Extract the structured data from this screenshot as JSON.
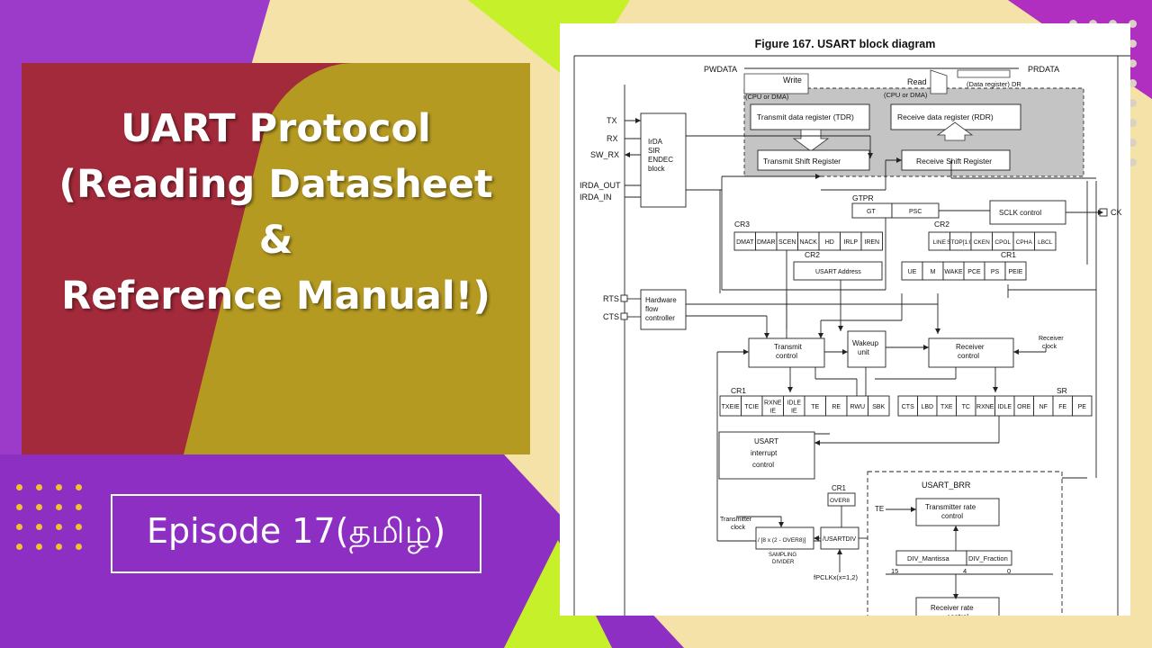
{
  "thumbnail": {
    "title_lines": [
      "UART Protocol",
      "(Reading Datasheet",
      "&",
      "Reference Manual!)"
    ],
    "episode": "Episode 17(தமிழ்)",
    "colors": {
      "purple": "#8a2bb8",
      "cream": "#f4e2a8",
      "lime": "#c6f02a",
      "red": "#a32a3a",
      "gold": "#b59a22"
    }
  },
  "diagram": {
    "figure_title": "Figure 167. USART block diagram",
    "bus": {
      "pwdata": "PWDATA",
      "prdata": "PRDATA",
      "write": "Write",
      "read": "Read",
      "data_register": "(Data register) DR",
      "cpu_dma_left": "(CPU or DMA)",
      "cpu_dma_right": "(CPU or DMA)"
    },
    "registers": {
      "tdr": "Transmit data register (TDR)",
      "rdr": "Receive data register (RDR)",
      "tsr": "Transmit Shift Register",
      "rsr": "Receive Shift Register"
    },
    "pins": {
      "tx": "TX",
      "rx": "RX",
      "sw_rx": "SW_RX",
      "irda_out": "IRDA_OUT",
      "irda_in": "IRDA_IN",
      "rts": "RTS",
      "cts": "CTS",
      "ck": "CK"
    },
    "irda_block": [
      "IrDA",
      "SIR",
      "ENDEC",
      "block"
    ],
    "gtpr": {
      "label": "GTPR",
      "gt": "GT",
      "psc": "PSC"
    },
    "sclk_control": "SCLK control",
    "cr3": {
      "label": "CR3",
      "bits": [
        "DMAT",
        "DMAR",
        "SCEN",
        "NACK",
        "HD",
        "IRLP",
        "IREN"
      ]
    },
    "cr2_top": {
      "label": "CR2",
      "bits": [
        "LINE",
        "STOP[1:0]",
        "CKEN",
        "CPOL",
        "CPHA",
        "LBCL"
      ]
    },
    "cr2_addr": {
      "label": "CR2",
      "field": "USART Address"
    },
    "cr1_top": {
      "label": "CR1",
      "bits": [
        "UE",
        "M",
        "WAKE",
        "PCE",
        "PS",
        "PEIE"
      ]
    },
    "hw_flow": [
      "Hardware",
      "flow",
      "controller"
    ],
    "transmit_control": [
      "Transmit",
      "control"
    ],
    "wakeup_unit": [
      "Wakeup",
      "unit"
    ],
    "receiver_control": [
      "Receiver",
      "control"
    ],
    "receiver_clock": [
      "Receiver",
      "clock"
    ],
    "cr1_bottom": {
      "label": "CR1",
      "bits": [
        "TXEIE",
        "TCIE",
        "RXNE IE",
        "IDLE IE",
        "TE",
        "RE",
        "RWU",
        "SBK"
      ]
    },
    "sr": {
      "label": "SR",
      "bits": [
        "CTS",
        "LBD",
        "TXE",
        "TC",
        "RXNE",
        "IDLE",
        "ORE",
        "NF",
        "FE",
        "PE"
      ]
    },
    "interrupt": [
      "USART",
      "interrupt",
      "control"
    ],
    "usart_brr": "USART_BRR",
    "te": "TE",
    "tx_rate": [
      "Transmitter rate",
      "control"
    ],
    "cr1_over8": {
      "label": "CR1",
      "bit": "OVER8"
    },
    "transmitter_clock": [
      "Transmitter",
      "clock"
    ],
    "divider": "/ [8 x (2 - OVER8)]",
    "sampling": [
      "SAMPLING",
      "DIVIDER"
    ],
    "usartdiv": "/USARTDIV",
    "div_mantissa": "DIV_Mantissa",
    "div_fraction": "DIV_Fraction",
    "brr_bits": {
      "b15": "15",
      "b4": "4",
      "b0": "0"
    },
    "fpclk": "fPCLKx(x=1,2)",
    "rx_rate": [
      "Receiver rate",
      "control"
    ]
  }
}
